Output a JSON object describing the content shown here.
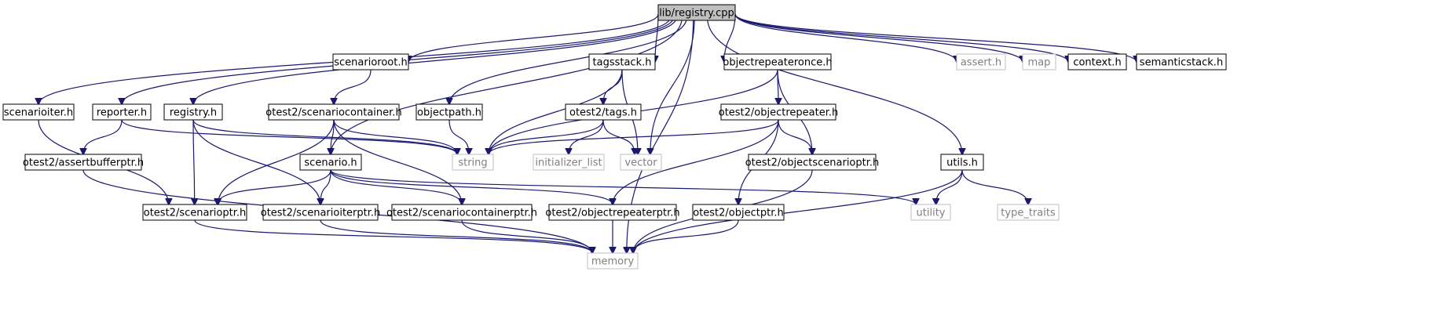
{
  "colors": {
    "edge": "#191970",
    "node_border": "#000000",
    "system_border": "#bfbfbf",
    "text": "#000000",
    "system_text": "#808080",
    "root_fill": "#bfbfbf"
  },
  "nodes": [
    {
      "id": "registry_cpp",
      "label": "lib/registry.cpp",
      "kind": "root"
    },
    {
      "id": "scenarioroot_h",
      "label": "scenarioroot.h",
      "kind": "local"
    },
    {
      "id": "tagsstack_h",
      "label": "tagsstack.h",
      "kind": "local"
    },
    {
      "id": "objectrepeateronce_h",
      "label": "objectrepeateronce.h",
      "kind": "local"
    },
    {
      "id": "assert_h",
      "label": "assert.h",
      "kind": "system"
    },
    {
      "id": "map",
      "label": "map",
      "kind": "system"
    },
    {
      "id": "context_h",
      "label": "context.h",
      "kind": "local"
    },
    {
      "id": "semanticstack_h",
      "label": "semanticstack.h",
      "kind": "local"
    },
    {
      "id": "scenarioiter_h",
      "label": "scenarioiter.h",
      "kind": "local"
    },
    {
      "id": "reporter_h",
      "label": "reporter.h",
      "kind": "local"
    },
    {
      "id": "registry_h",
      "label": "registry.h",
      "kind": "local"
    },
    {
      "id": "scenariocontainer_h",
      "label": "otest2/scenariocontainer.h",
      "kind": "local"
    },
    {
      "id": "objectpath_h",
      "label": "objectpath.h",
      "kind": "local"
    },
    {
      "id": "tags_h",
      "label": "otest2/tags.h",
      "kind": "local"
    },
    {
      "id": "objectrepeater_h",
      "label": "otest2/objectrepeater.h",
      "kind": "local"
    },
    {
      "id": "utils_h",
      "label": "utils.h",
      "kind": "local"
    },
    {
      "id": "assertbufferptr_h",
      "label": "otest2/assertbufferptr.h",
      "kind": "local"
    },
    {
      "id": "scenario_h",
      "label": "scenario.h",
      "kind": "local"
    },
    {
      "id": "string",
      "label": "string",
      "kind": "system"
    },
    {
      "id": "initializer_list",
      "label": "initializer_list",
      "kind": "system"
    },
    {
      "id": "vector",
      "label": "vector",
      "kind": "system"
    },
    {
      "id": "objectscenarioptr_h",
      "label": "otest2/objectscenarioptr.h",
      "kind": "local"
    },
    {
      "id": "utility",
      "label": "utility",
      "kind": "system"
    },
    {
      "id": "type_traits",
      "label": "type_traits",
      "kind": "system"
    },
    {
      "id": "scenarioptr_h",
      "label": "otest2/scenarioptr.h",
      "kind": "local"
    },
    {
      "id": "scenarioiterptr_h",
      "label": "otest2/scenarioiterptr.h",
      "kind": "local"
    },
    {
      "id": "scenariocontainerptr_h",
      "label": "otest2/scenariocontainerptr.h",
      "kind": "local"
    },
    {
      "id": "objectrepeaterptr_h",
      "label": "otest2/objectrepeaterptr.h",
      "kind": "local"
    },
    {
      "id": "objectptr_h",
      "label": "otest2/objectptr.h",
      "kind": "local"
    },
    {
      "id": "memory",
      "label": "memory",
      "kind": "system"
    }
  ],
  "edges": [
    [
      "registry_cpp",
      "scenarioroot_h"
    ],
    [
      "registry_cpp",
      "tagsstack_h"
    ],
    [
      "registry_cpp",
      "objectrepeateronce_h"
    ],
    [
      "registry_cpp",
      "assert_h"
    ],
    [
      "registry_cpp",
      "map"
    ],
    [
      "registry_cpp",
      "context_h"
    ],
    [
      "registry_cpp",
      "semanticstack_h"
    ],
    [
      "registry_cpp",
      "scenarioiter_h"
    ],
    [
      "registry_cpp",
      "reporter_h"
    ],
    [
      "registry_cpp",
      "registry_h"
    ],
    [
      "registry_cpp",
      "objectpath_h"
    ],
    [
      "registry_cpp",
      "scenario_h"
    ],
    [
      "registry_cpp",
      "vector"
    ],
    [
      "registry_cpp",
      "utils_h"
    ],
    [
      "registry_cpp",
      "memory"
    ],
    [
      "scenarioroot_h",
      "scenariocontainer_h"
    ],
    [
      "tagsstack_h",
      "tags_h"
    ],
    [
      "tagsstack_h",
      "string"
    ],
    [
      "tagsstack_h",
      "vector"
    ],
    [
      "objectrepeateronce_h",
      "objectrepeater_h"
    ],
    [
      "objectrepeateronce_h",
      "objectscenarioptr_h"
    ],
    [
      "objectrepeateronce_h",
      "string"
    ],
    [
      "scenarioiter_h",
      "scenarioptr_h"
    ],
    [
      "reporter_h",
      "assertbufferptr_h"
    ],
    [
      "reporter_h",
      "string"
    ],
    [
      "registry_h",
      "scenarioptr_h"
    ],
    [
      "registry_h",
      "scenarioiterptr_h"
    ],
    [
      "registry_h",
      "string"
    ],
    [
      "scenariocontainer_h",
      "scenario_h"
    ],
    [
      "scenariocontainer_h",
      "scenarioptr_h"
    ],
    [
      "scenariocontainer_h",
      "scenariocontainerptr_h"
    ],
    [
      "scenariocontainer_h",
      "string"
    ],
    [
      "objectpath_h",
      "string"
    ],
    [
      "tags_h",
      "string"
    ],
    [
      "tags_h",
      "initializer_list"
    ],
    [
      "tags_h",
      "vector"
    ],
    [
      "objectrepeater_h",
      "string"
    ],
    [
      "objectrepeater_h",
      "objectscenarioptr_h"
    ],
    [
      "objectrepeater_h",
      "objectrepeaterptr_h"
    ],
    [
      "objectrepeater_h",
      "objectptr_h"
    ],
    [
      "utils_h",
      "utility"
    ],
    [
      "utils_h",
      "type_traits"
    ],
    [
      "utils_h",
      "memory"
    ],
    [
      "assertbufferptr_h",
      "memory"
    ],
    [
      "scenario_h",
      "scenarioptr_h"
    ],
    [
      "scenario_h",
      "scenarioiterptr_h"
    ],
    [
      "scenario_h",
      "scenariocontainerptr_h"
    ],
    [
      "scenario_h",
      "objectrepeaterptr_h"
    ],
    [
      "scenario_h",
      "utility"
    ],
    [
      "objectscenarioptr_h",
      "memory"
    ],
    [
      "scenarioptr_h",
      "memory"
    ],
    [
      "scenarioiterptr_h",
      "memory"
    ],
    [
      "scenariocontainerptr_h",
      "memory"
    ],
    [
      "objectrepeaterptr_h",
      "memory"
    ],
    [
      "objectptr_h",
      "memory"
    ]
  ]
}
